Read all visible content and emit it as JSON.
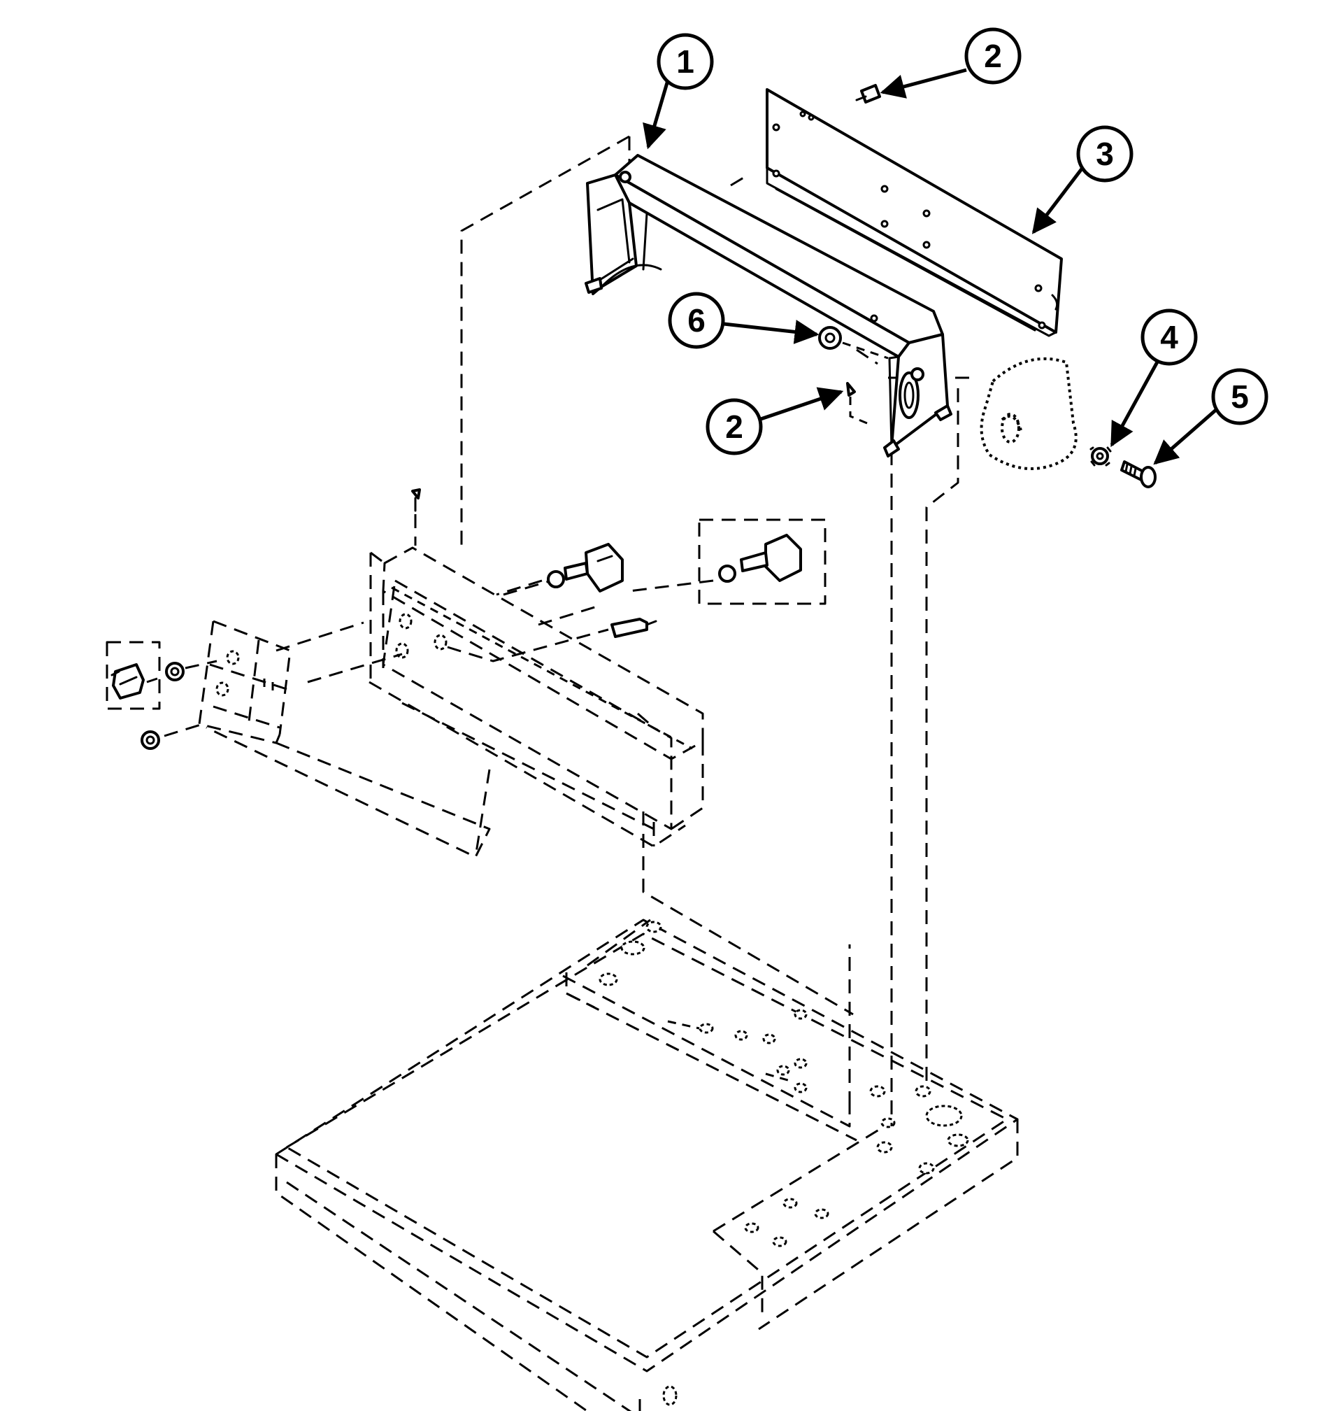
{
  "callouts": [
    {
      "label": "1"
    },
    {
      "label": "2"
    },
    {
      "label": "3"
    },
    {
      "label": "6"
    },
    {
      "label": "2"
    },
    {
      "label": "4"
    },
    {
      "label": "5"
    }
  ]
}
